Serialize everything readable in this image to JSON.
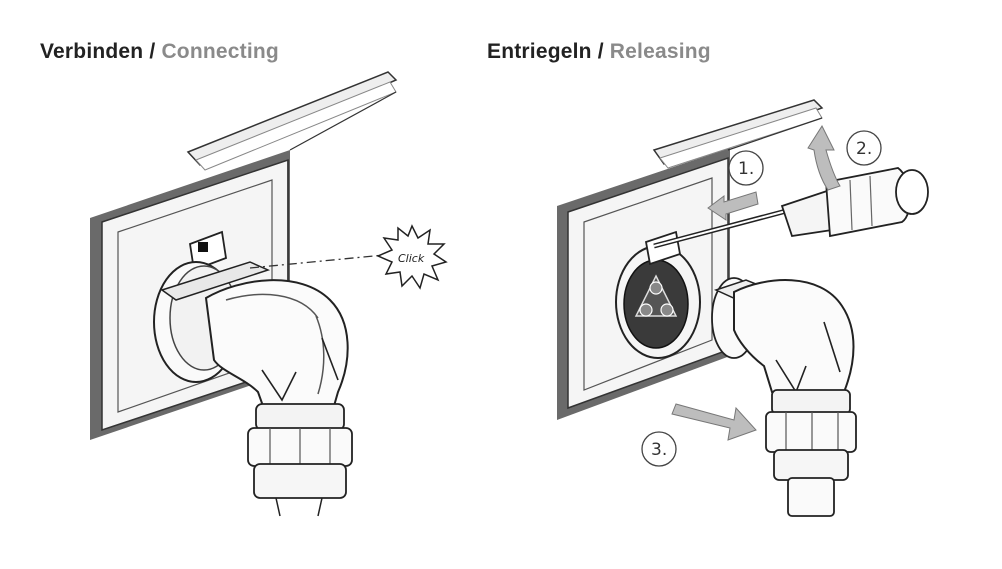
{
  "connecting": {
    "title_de": "Verbinden",
    "separator": " / ",
    "title_en": "Connecting",
    "click_label": "Click"
  },
  "releasing": {
    "title_de": "Entriegeln",
    "separator": " / ",
    "title_en": "Releasing",
    "step1": "1.",
    "step2": "2.",
    "step3": "3."
  }
}
